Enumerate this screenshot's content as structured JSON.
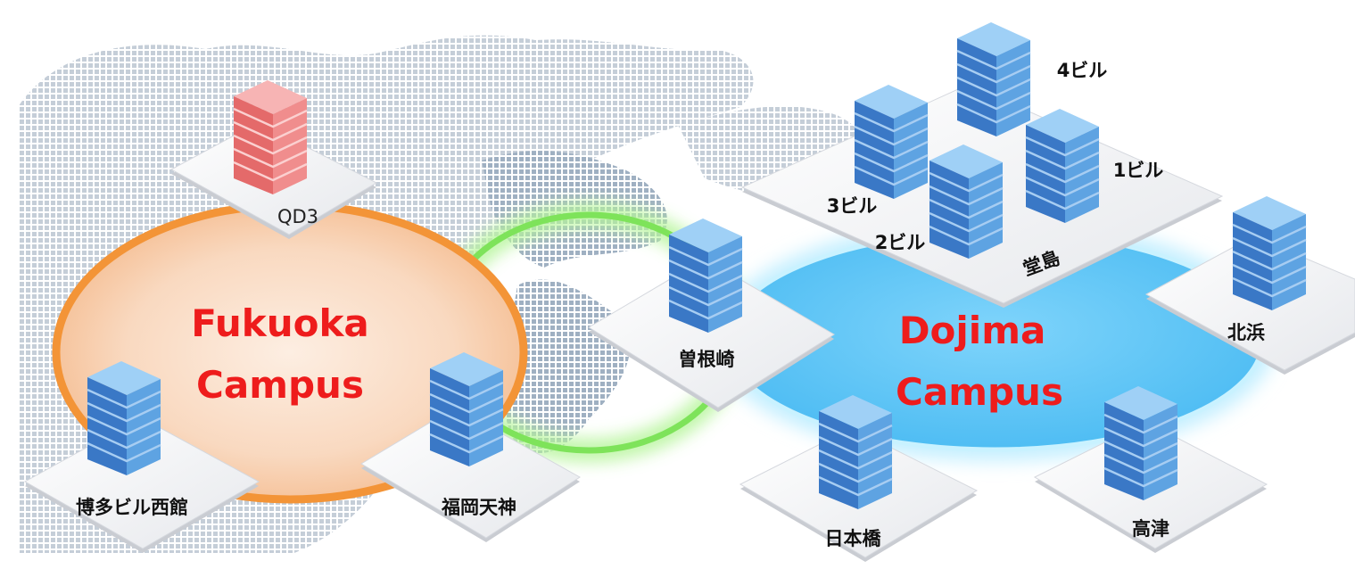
{
  "colors": {
    "campus_text": "#ee1c1c",
    "fukuoka_ring": "#f2973b",
    "fukuoka_fill": "#f8d2b4",
    "connector_ring": "#8ee86a",
    "dojima_fill": "#5fc6f5",
    "dojima_ring": "#9ee3ff",
    "server_blue": "#3f7fcc",
    "server_red": "#ea7474",
    "map_dots": "#c2ccd6"
  },
  "campuses": {
    "fukuoka": {
      "line1": "Fukuoka",
      "line2": "Campus"
    },
    "dojima": {
      "line1": "Dojima",
      "line2": "Campus"
    }
  },
  "sites": {
    "qd3": "QD3",
    "hakata": "博多ビル西館",
    "fukuoka_tenjin": "福岡天神",
    "sonezaki": "曽根崎",
    "dojima": "堂島",
    "bldg1": "1ビル",
    "bldg2": "2ビル",
    "bldg3": "3ビル",
    "bldg4": "4ビル",
    "kitahama": "北浜",
    "nihonbashi": "日本橋",
    "kozu": "高津"
  },
  "server_icon": "server-building-icon"
}
